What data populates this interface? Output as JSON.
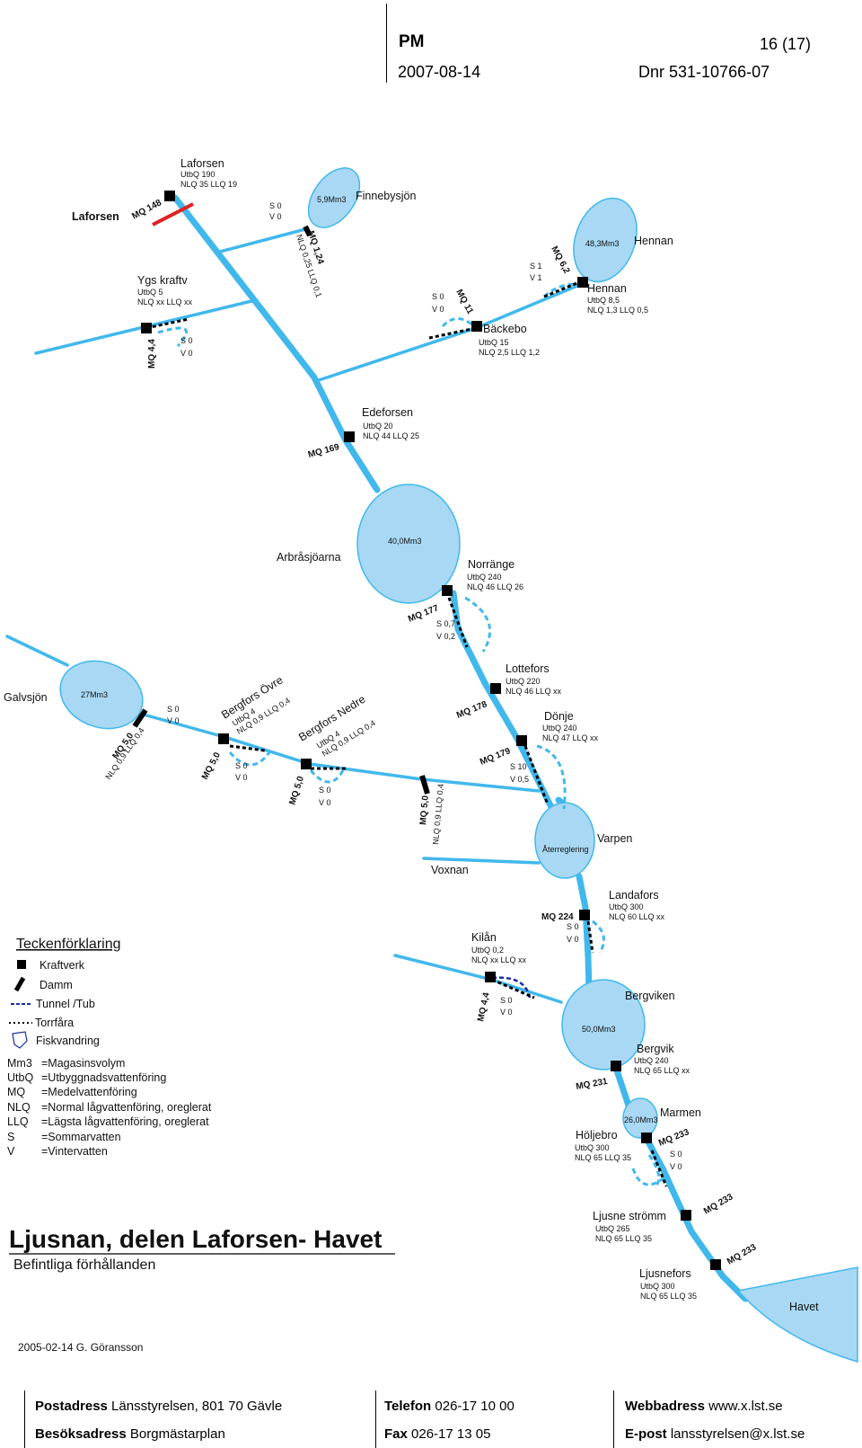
{
  "header": {
    "doc_type": "PM",
    "page": "16 (17)",
    "date": "2007-08-14",
    "dnr": "Dnr 531-10766-07"
  },
  "map": {
    "places": {
      "laforsen_left": "Laforsen",
      "laforsen": "Laforsen",
      "laforsen_utbq": "UtbQ 190",
      "laforsen_nlq": "NLQ 35 LLQ 19",
      "laforsen_mq": "MQ 148",
      "finnebysjon": "Finnebysjön",
      "finnebysjon_vol": "5,9Mm3",
      "finnebysjon_s": "S 0",
      "finnebysjon_v": "V 0",
      "finnebysjon_mq": "MQ 1,24",
      "finnebysjon_nlq": "NLQ 0,25 LLQ 0,1",
      "hennan_lake": "Hennan",
      "hennan_vol": "48,3Mm3",
      "hennan": "Hennan",
      "hennan_utbq": "UtbQ 8,5",
      "hennan_nlq": "NLQ 1,3 LLQ 0,5",
      "hennan_mq": "MQ 6,2",
      "hennan_s": "S 1",
      "hennan_v": "V 1",
      "ygs": "Ygs kraftv",
      "ygs_utbq": "UtbQ 5",
      "ygs_nlq": "NLQ xx LLQ xx",
      "ygs_mq": "MQ 4,4",
      "ygs_s": "S 0",
      "ygs_v": "V 0",
      "backebo": "Bäckebo",
      "backebo_utbq": "UtbQ 15",
      "backebo_nlq": "NLQ 2,5 LLQ 1,2",
      "backebo_mq": "MQ 11",
      "backebo_s": "S 0",
      "backebo_v": "V 0",
      "edeforsen": "Edeforsen",
      "edeforsen_utbq": "UtbQ 20",
      "edeforsen_nlq": "NLQ 44 LLQ 25",
      "edeforsen_mq": "MQ 169",
      "arbrasjoarna": "Arbråsjöarna",
      "arbra_vol": "40,0Mm3",
      "norrange": "Norränge",
      "norrange_utbq": "UtbQ 240",
      "norrange_nlq": "NLQ 46 LLQ 26",
      "norrange_mq": "MQ 177",
      "norrange_s": "S 0,7",
      "norrange_v": "V 0,2",
      "lottefors": "Lottefors",
      "lottefors_utbq": "UtbQ 220",
      "lottefors_nlq": "NLQ 46 LLQ xx",
      "lottefors_mq": "MQ 178",
      "donje": "Dönje",
      "donje_utbq": "UtbQ 240",
      "donje_nlq": "NLQ 47 LLQ xx",
      "donje_mq": "MQ 179",
      "donje_s": "S 10",
      "donje_v": "V 0,5",
      "galvsjon": "Galvsjön",
      "galvsjon_vol": "27Mm3",
      "galvsjon_mq": "MQ 5,0",
      "galvsjon_nlq": "NLQ 0,9 LLQ 0,4",
      "galvsjon_s": "S 0",
      "galvsjon_v": "V 0",
      "bergfors_ovre": "Bergfors Övre",
      "bergfors_ovre_utbq": "UtbQ 4",
      "bergfors_ovre_nlq": "NLQ 0,9 LLQ 0,4",
      "bergfors_ovre_mq": "MQ 5,0",
      "bergfors_ovre_s": "S 0",
      "bergfors_ovre_v": "V 0",
      "bergfors_nedre": "Bergfors Nedre",
      "bergfors_nedre_utbq": "UtbQ 4",
      "bergfors_nedre_nlq": "NLQ 0,9 LLQ 0,4",
      "bergfors_nedre_mq": "MQ 5,0",
      "bergfors_nedre_s": "S 0",
      "bergfors_nedre_v": "V 0",
      "dam_mq": "MQ 5,0",
      "dam_nlq": "NLQ 0,9 LLQ 0,4",
      "varpen": "Varpen",
      "aterreglering": "Återreglering",
      "voxnan": "Voxnan",
      "landafors": "Landafors",
      "landafors_utbq": "UtbQ 300",
      "landafors_nlq": "NLQ 60 LLQ xx",
      "landafors_mq": "MQ 224",
      "landafors_s": "S 0",
      "landafors_v": "V 0",
      "kilan": "Kilån",
      "kilan_utbq": "UtbQ 0,2",
      "kilan_nlq": "NLQ xx LLQ xx",
      "kilan_mq": "MQ 4,4",
      "kilan_s": "S 0",
      "kilan_v": "V 0",
      "bergviken": "Bergviken",
      "bergviken_vol": "50,0Mm3",
      "bergvik": "Bergvik",
      "bergvik_utbq": "UtbQ 240",
      "bergvik_nlq": "NLQ 65 LLQ xx",
      "bergvik_mq": "MQ 231",
      "marmen": "Marmen",
      "marmen_vol": "26,0Mm3",
      "holjebro": "Höljebro",
      "holjebro_utbq": "UtbQ 300",
      "holjebro_nlq": "NLQ 65 LLQ 35",
      "holjebro_mq": "MQ 233",
      "holjebro_s": "S 0",
      "holjebro_v": "V 0",
      "ljusne": "Ljusne strömm",
      "ljusne_utbq": "UtbQ 265",
      "ljusne_nlq": "NLQ 65 LLQ 35",
      "ljusne_mq": "MQ 233",
      "ljusnefors": "Ljusnefors",
      "ljusnefors_utbq": "UtbQ 300",
      "ljusnefors_nlq": "NLQ 65 LLQ 35",
      "ljusnefors_mq": "MQ 233",
      "havet": "Havet"
    },
    "legend": {
      "title": "Teckenförklaring",
      "kraftverk": "Kraftverk",
      "damm": "Damm",
      "tunnel": "Tunnel /Tub",
      "torrfara": "Torrfåra",
      "fiskvandring": "Fiskvandring",
      "abbrev": [
        {
          "key": "Mm3",
          "desc": "=Magasinsvolym"
        },
        {
          "key": "UtbQ",
          "desc": "=Utbyggnadsvattenföring"
        },
        {
          "key": "MQ",
          "desc": "=Medelvattenföring"
        },
        {
          "key": "NLQ",
          "desc": "=Normal lågvattenföring, oreglerat"
        },
        {
          "key": "LLQ",
          "desc": "=Lägsta lågvattenföring, oreglerat"
        },
        {
          "key": "S",
          "desc": "=Sommarvatten"
        },
        {
          "key": "V",
          "desc": "=Vintervatten"
        }
      ]
    },
    "title": "Ljusnan, delen Laforsen- Havet",
    "subtitle": "Befintliga förhållanden",
    "author": "2005-02-14 G. Göransson"
  },
  "footer": {
    "postadress_label": "Postadress",
    "postadress": "Länsstyrelsen, 801 70 Gävle",
    "besok_label": "Besöksadress",
    "besok": "Borgmästarplan",
    "telefon_label": "Telefon",
    "telefon": "026-17 10 00",
    "fax_label": "Fax",
    "fax": "026-17 13 05",
    "webb_label": "Webbadress",
    "webb": "www.x.lst.se",
    "epost_label": "E-post",
    "epost": "lansstyrelsen@x.lst.se"
  },
  "colors": {
    "water": "#41b8ec",
    "lake_fill": "#a8d8f3",
    "dam_red": "#e02020",
    "tunnel_blue": "#1a2fa0"
  }
}
